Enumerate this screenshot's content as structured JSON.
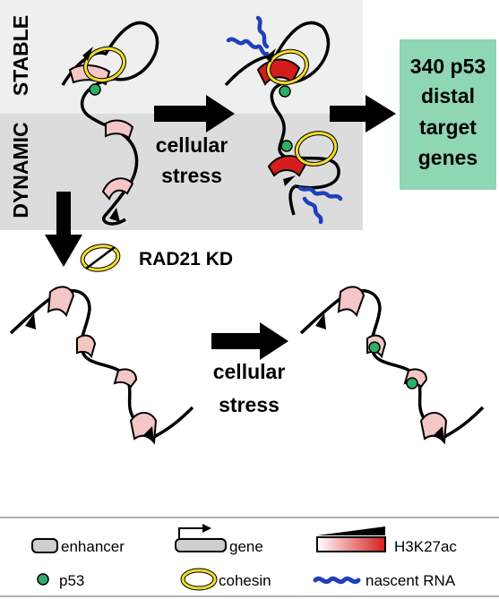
{
  "states": {
    "stable": "STABLE",
    "dynamic": "DYNAMIC"
  },
  "arrows": {
    "stress_top_line1": "cellular",
    "stress_top_line2": "stress",
    "stress_bottom_line1": "cellular",
    "stress_bottom_line2": "stress",
    "knockdown": "RAD21 KD"
  },
  "result_box": {
    "line1": "340 p53",
    "line2": "distal",
    "line3": "target",
    "line4": "genes",
    "color": "#8fd6b4"
  },
  "legend": {
    "enhancer": "enhancer",
    "gene": "gene",
    "h3k27ac": "H3K27ac",
    "p53": "p53",
    "cohesin": "cohesin",
    "nascent_rna": "nascent RNA"
  },
  "colors": {
    "stable_bg": "#efefef",
    "dynamic_bg": "#dcdcdc",
    "enhancer_fill": "#f5c6c6",
    "enhancer_active": "#d61d1d",
    "p53": "#2fae68",
    "cohesin": "#f2dc2b",
    "rna": "#1f3fbf"
  }
}
